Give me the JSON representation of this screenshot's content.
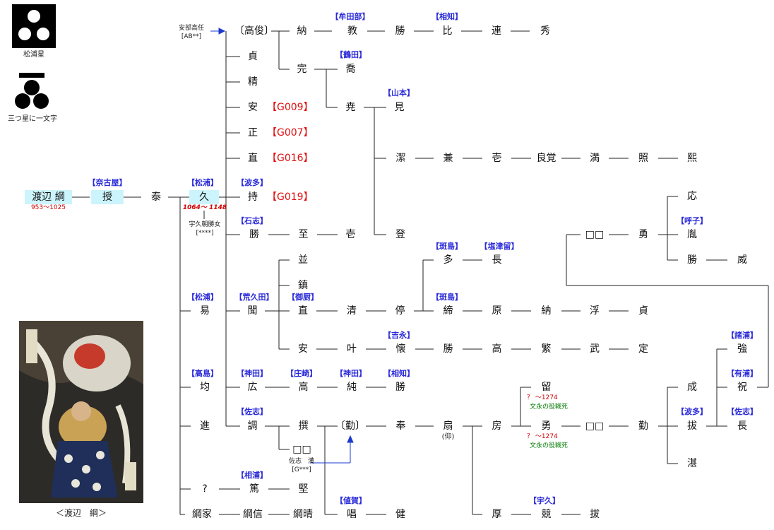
{
  "crests": {
    "crest1_label": "松浦星",
    "crest2_label": "三つ星に一文字"
  },
  "painting": {
    "caption": "＜渡辺　綱＞"
  },
  "nodes": {
    "watanabe": "渡辺 綱",
    "sazuku": "授",
    "yasushi": "泰",
    "hisashi": "久",
    "takatoshi": "〔高俊〕",
    "sada": "貞",
    "sei": "精",
    "yasu1": "安",
    "tadashi": "正",
    "nao": "直",
    "mochi": "持",
    "masaru1": "勝",
    "itaru": "至",
    "ichi1": "壱",
    "nobori": "登",
    "osamu": "納",
    "nori": "教",
    "masaru2": "勝",
    "hi": "比",
    "ren": "連",
    "hide": "秀",
    "kan": "完",
    "kyo": "喬",
    "gyo": "尭",
    "ken": "見",
    "kiyoshi": "潔",
    "kane": "兼",
    "ichi2": "壱",
    "ryokaku": "良覚",
    "mitsuru": "満",
    "teru": "照",
    "hiro": "熙",
    "yasui": "易",
    "kiku": "聞",
    "nami": "並",
    "shizume": "鎮",
    "nao2": "直",
    "kiyo": "清",
    "tei": "停",
    "ta": "多",
    "naga": "長",
    "tei2": "締",
    "gen": "原",
    "osamu2": "納",
    "fu": "浮",
    "sada2": "貞",
    "yasu2": "安",
    "kanau": "叶",
    "natsu": "懐",
    "masaru3": "勝",
    "taka": "高",
    "shige": "繁",
    "take": "武",
    "sadame": "定",
    "hitoshi": "均",
    "hiro2": "広",
    "taka2": "高",
    "jun": "純",
    "masaru4": "勝",
    "susumu": "進",
    "shirabe": "調",
    "sen": "撰",
    "tsutomu": "〔勤〕",
    "hou": "奉",
    "ogi": "扇",
    "ogi_note": "(仰)",
    "fusa": "房",
    "tome": "留",
    "isamu": "勇",
    "unknown1": "□□",
    "tsutomu2": "勤",
    "baru": "拔",
    "tan": "湛",
    "nari": "成",
    "tsuyoshi": "強",
    "iwai": "祝",
    "naga2": "長",
    "unknown2": "□□",
    "isamu2": "勇",
    "kotae": "応",
    "ran": "胤",
    "masaru5": "勝",
    "takeshi": "威",
    "unknown3": "□□",
    "question": "?",
    "atsushi": "篤",
    "kata": "堅",
    "tsunaie": "綱家",
    "tsunanobu": "綱信",
    "tsunaharu": "綱晴",
    "sho": "唱",
    "ken2": "健",
    "atsu": "厚",
    "kisou": "競",
    "baru2": "拔"
  },
  "clans": {
    "nagoya": "【奈古屋】",
    "matsura1": "【松浦】",
    "hata1": "【波多】",
    "ishishi": "【石志】",
    "mutabe": "【牟田部】",
    "aichi1": "【相知】",
    "tsuruta": "【鶴田】",
    "yamamoto": "【山本】",
    "matsura2": "【松浦】",
    "araketa": "【荒久田】",
    "mikuri": "【御厨】",
    "madarashima1": "【斑島】",
    "shiotsuru": "【塩津留】",
    "madarashima2": "【斑島】",
    "yoshinaga": "【吉永】",
    "takashima": "【高島】",
    "kanda1": "【神田】",
    "shozaki": "【庄崎】",
    "kanda2": "【神田】",
    "aichi2": "【相知】",
    "sashi1": "【佐志】",
    "aiura": "【相浦】",
    "chika": "【値賀】",
    "uku": "【宇久】",
    "hata2": "【波多】",
    "moroura": "【諸浦】",
    "ariura": "【有浦】",
    "sashi2": "【佐志】",
    "yobuko": "【呼子】"
  },
  "gcodes": {
    "g009": "【G009】",
    "g007": "【G007】",
    "g016": "【G016】",
    "g019": "【G019】"
  },
  "notes": {
    "abe_name": "安部高任",
    "abe_code": "[AB**]",
    "watanabe_dates": "953〜1025",
    "hisashi_dates": "1064〜 1148",
    "wife_name": "宇久朝勝女",
    "wife_code": "[****]",
    "sashi_name": "佐志　満",
    "sashi_code": "[G***]",
    "tome_dates": "？ 〜1274",
    "tome_battle": "文永の役戦死",
    "isamu_dates": "？ 〜1274",
    "isamu_battle": "文永の役戦死"
  },
  "colors": {
    "clan_blue": "#2a2ad8",
    "gcode_red": "#e01010",
    "battle_green": "#007a00",
    "highlight_cyan": "#ccf4fc",
    "arrow_blue": "#1a3ad0"
  }
}
